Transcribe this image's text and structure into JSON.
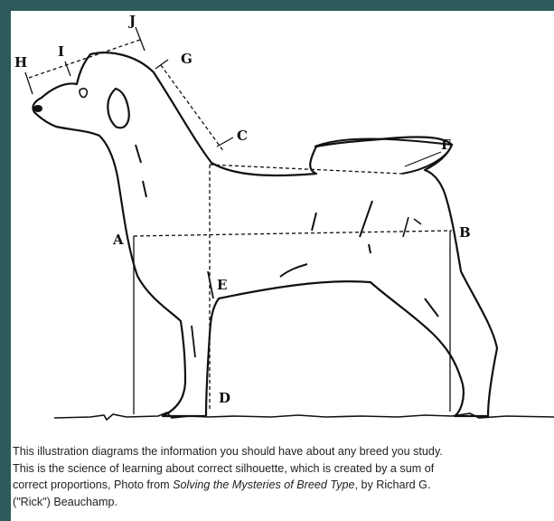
{
  "labels": {
    "A": "A",
    "B": "B",
    "C": "C",
    "D": "D",
    "E": "E",
    "F": "F",
    "G": "G",
    "H": "H",
    "I": "I",
    "J": "J"
  },
  "caption": {
    "line1": "This illustration diagrams the information you should have about any breed you study.",
    "line2": "This is the science of learning about correct silhouette, which is created by a sum of",
    "line3_prefix": "correct proportions, Photo from ",
    "line3_title": "Solving the Mysteries of Breed Type",
    "line3_suffix": ", by Richard G.",
    "line4": "(\"Rick\") Beauchamp."
  },
  "colors": {
    "frame_border": "#2f5a5c",
    "background": "#ffffff",
    "ink": "#111111"
  }
}
